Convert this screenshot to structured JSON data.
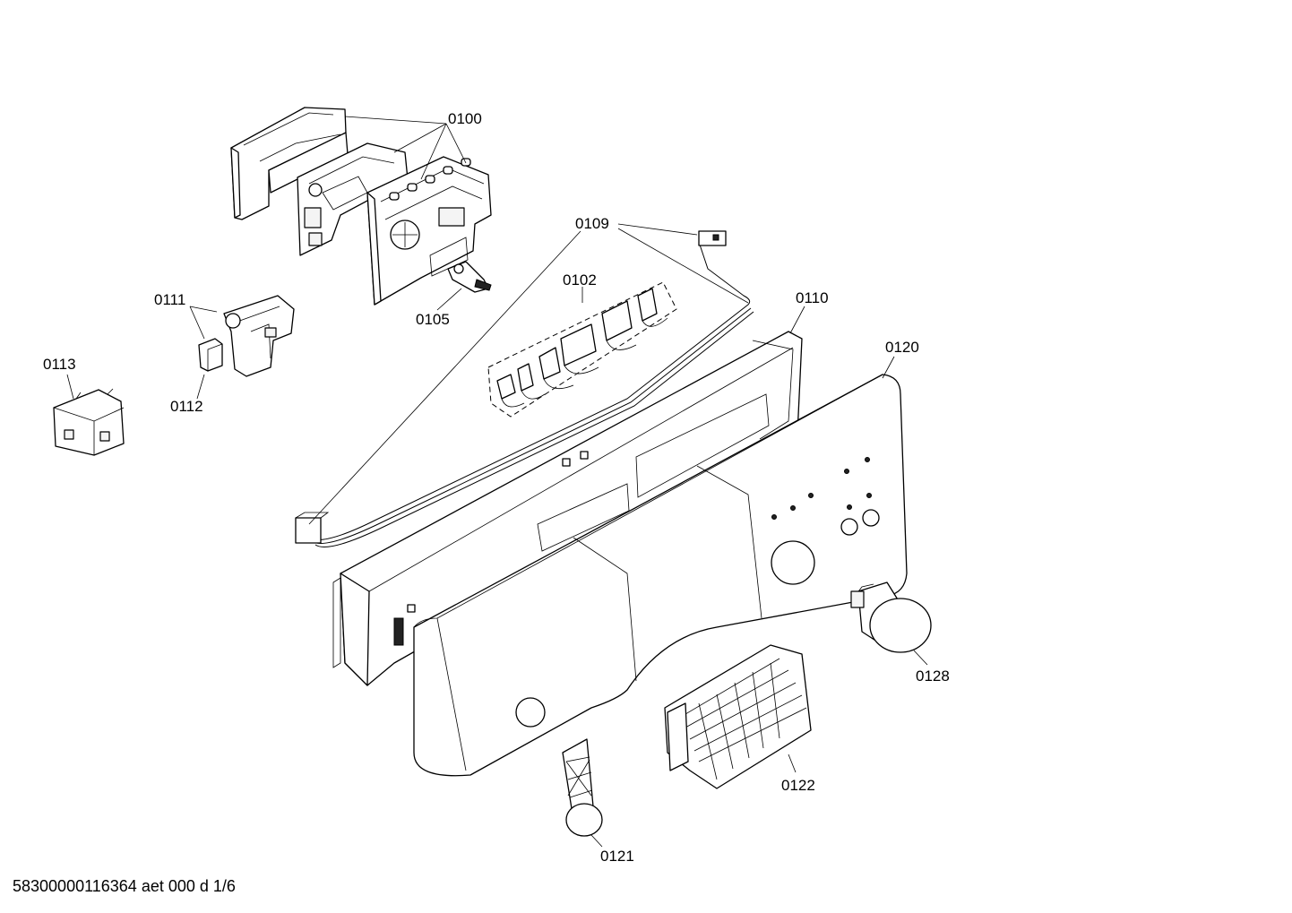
{
  "labels": {
    "p0100": "0100",
    "p0109": "0109",
    "p0102": "0102",
    "p0105": "0105",
    "p0110": "0110",
    "p0111": "0111",
    "p0112": "0112",
    "p0113": "0113",
    "p0120": "0120",
    "p0128": "0128",
    "p0122": "0122",
    "p0121": "0121"
  },
  "footer": {
    "doc_id": "58300000116364 aet 000 d 1/6"
  }
}
